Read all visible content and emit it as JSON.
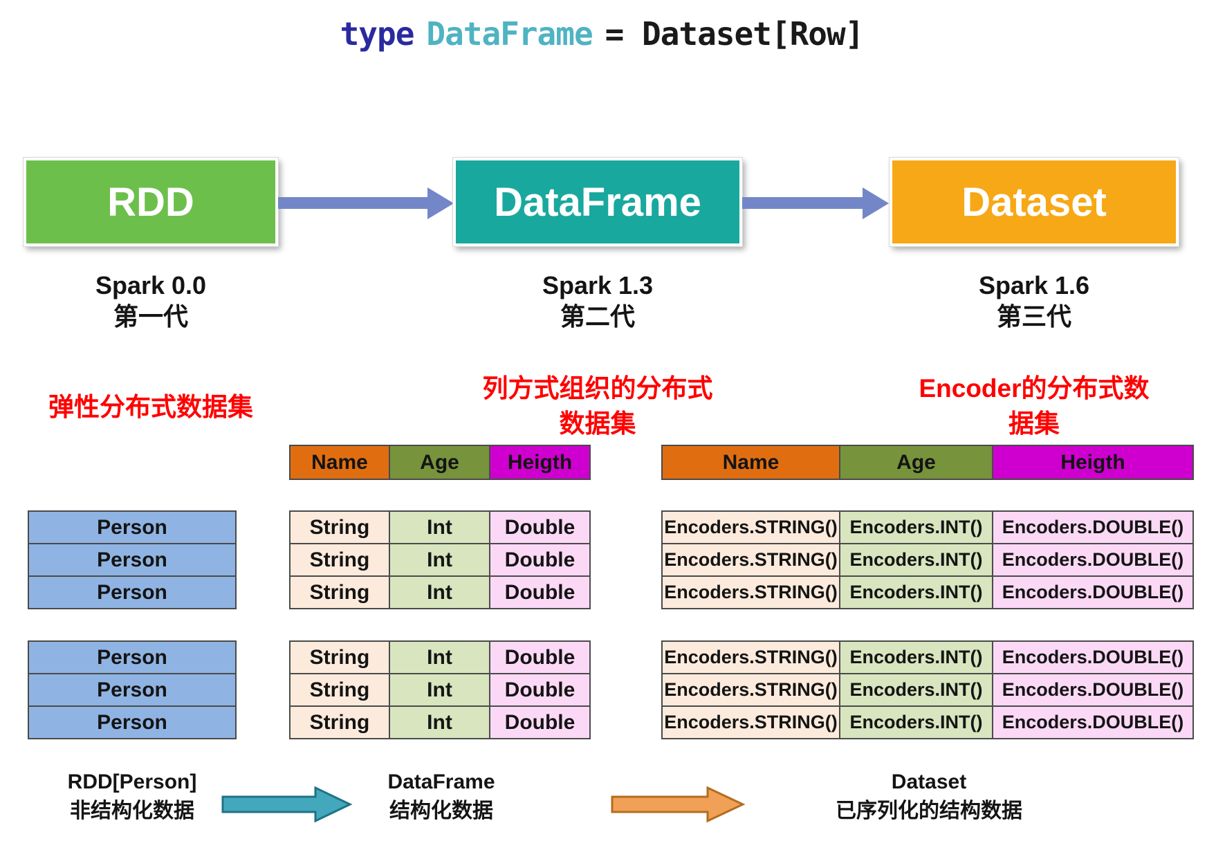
{
  "title": {
    "keyword": "type",
    "alias": "DataFrame",
    "rest": "= Dataset[Row]"
  },
  "stages": [
    {
      "name": "RDD",
      "version": "Spark 0.0",
      "generation": "第一代",
      "description": [
        "弹性分布式数据集"
      ]
    },
    {
      "name": "DataFrame",
      "version": "Spark 1.3",
      "generation": "第二代",
      "description": [
        "列方式组织的分布式",
        "数据集"
      ]
    },
    {
      "name": "Dataset",
      "version": "Spark 1.6",
      "generation": "第三代",
      "description": [
        "Encoder的分布式数",
        "据集"
      ]
    }
  ],
  "schema": {
    "headers": [
      "Name",
      "Age",
      "Heigth"
    ]
  },
  "cells": {
    "person": "Person",
    "middle": [
      "String",
      "Int",
      "Double"
    ],
    "right": [
      "Encoders.STRING()",
      "Encoders.INT()",
      "Encoders.DOUBLE()"
    ]
  },
  "footer": [
    {
      "title": "RDD[Person]",
      "subtitle": "非结构化数据"
    },
    {
      "title": "DataFrame",
      "subtitle": "结构化数据"
    },
    {
      "title": "Dataset",
      "subtitle": "已序列化的结构数据"
    }
  ],
  "colors": {
    "rdd_green": "#6cbf4b",
    "dataframe_teal": "#19a89e",
    "dataset_amber": "#f7a816",
    "connector_blue": "#7386c8",
    "caption_red": "#ff0000",
    "header_orange": "#e06e10",
    "header_olive": "#77933c",
    "header_magenta": "#cf00cf",
    "person_blue": "#8fb4e3",
    "cell_peach": "#fcebdc",
    "cell_green": "#d8e5be",
    "cell_pink": "#fbd9f6",
    "arrow_teal": "#44a8bc",
    "arrow_orange": "#f0a057",
    "title_keyword_navy": "#2a2aa0",
    "title_alias_teal": "#4fb3c2"
  }
}
